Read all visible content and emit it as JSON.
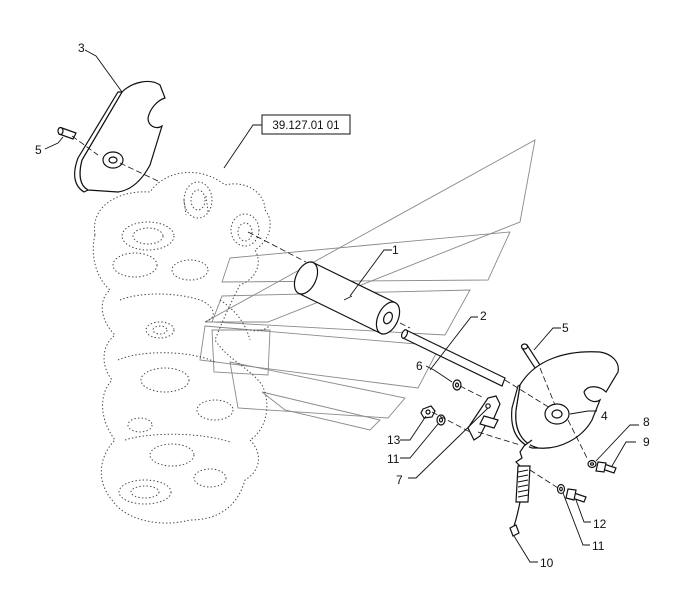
{
  "reference_box": {
    "text": "39.127.01 01"
  },
  "callouts": [
    {
      "id": "c1",
      "text": "1"
    },
    {
      "id": "c2",
      "text": "2"
    },
    {
      "id": "c3",
      "text": "3"
    },
    {
      "id": "c4",
      "text": "4"
    },
    {
      "id": "c5a",
      "text": "5"
    },
    {
      "id": "c5b",
      "text": "5"
    },
    {
      "id": "c6",
      "text": "6"
    },
    {
      "id": "c7",
      "text": "7"
    },
    {
      "id": "c8",
      "text": "8"
    },
    {
      "id": "c9",
      "text": "9"
    },
    {
      "id": "c10",
      "text": "10"
    },
    {
      "id": "c11a",
      "text": "11"
    },
    {
      "id": "c11b",
      "text": "11"
    },
    {
      "id": "c12",
      "text": "12"
    },
    {
      "id": "c13",
      "text": "13"
    }
  ]
}
